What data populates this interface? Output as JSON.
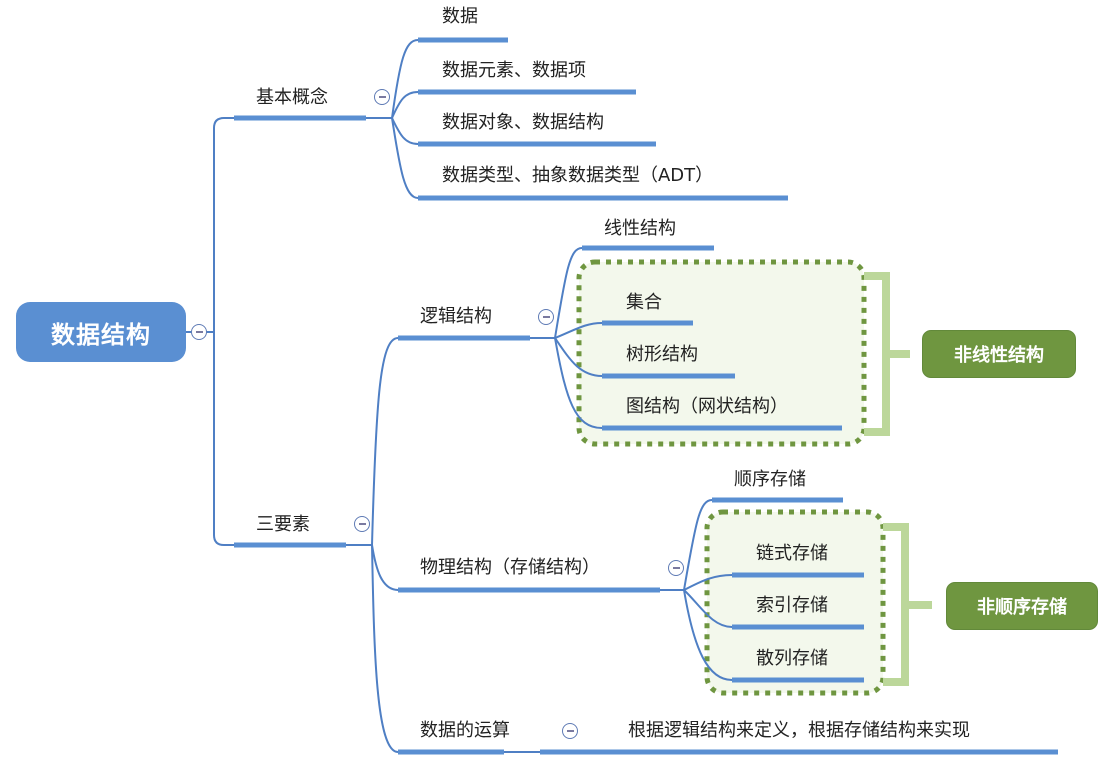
{
  "root": {
    "label": "数据结构"
  },
  "branches": {
    "basic": {
      "label": "基本概念",
      "children": [
        "数据",
        "数据元素、数据项",
        "数据对象、数据结构",
        "数据类型、抽象数据类型（ADT）"
      ]
    },
    "three_elements": {
      "label": "三要素",
      "logical": {
        "label": "逻辑结构",
        "children": [
          "线性结构",
          "集合",
          "树形结构",
          "图结构（网状结构）"
        ],
        "group_label": "非线性结构"
      },
      "physical": {
        "label": "物理结构（存储结构）",
        "children": [
          "顺序存储",
          "链式存储",
          "索引存储",
          "散列存储"
        ],
        "group_label": "非顺序存储"
      },
      "operations": {
        "label": "数据的运算",
        "children": [
          "根据逻辑结构来定义，根据存储结构来实现"
        ]
      }
    }
  },
  "colors": {
    "root_fill": "#5a8fd2",
    "line": "#4f7fc4",
    "group_border": "#6f9640",
    "group_fill": "#f3f8ec",
    "bracket": "#bcd79a",
    "callout_fill": "#6f9640"
  }
}
